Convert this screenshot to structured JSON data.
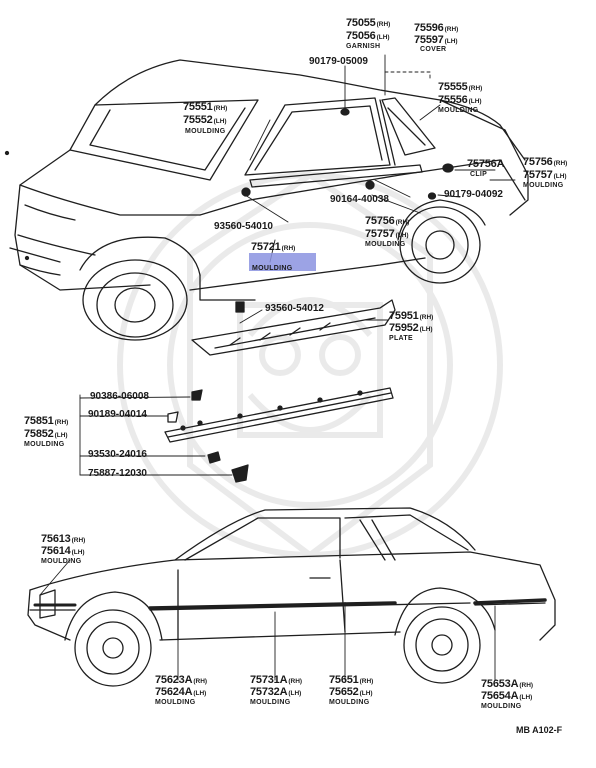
{
  "figure_code": "MB A102-F",
  "labels": {
    "garnish_rh": {
      "num": "75055",
      "side": "(RH)"
    },
    "garnish_lh": {
      "num": "75056",
      "side": "(LH)"
    },
    "garnish_word": "GARNISH",
    "cover_rh": {
      "num": "75596",
      "side": "(RH)"
    },
    "cover_lh": {
      "num": "75597",
      "side": "(LH)"
    },
    "cover_word": "COVER",
    "clip_90179_05009": "90179-05009",
    "roof_mould_rh": {
      "num": "75551",
      "side": "(RH)"
    },
    "roof_mould_lh": {
      "num": "75552",
      "side": "(LH)"
    },
    "roof_mould_word": "MOULDING",
    "win_mould_rh": {
      "num": "75555",
      "side": "(RH)"
    },
    "win_mould_lh": {
      "num": "75556",
      "side": "(LH)"
    },
    "win_mould_word": "MOULDING",
    "clip_75756a": "75756A",
    "clip_word": "CLIP",
    "rear_mould_rh": {
      "num": "75756",
      "side": "(RH)"
    },
    "rear_mould_lh": {
      "num": "75757",
      "side": "(LH)"
    },
    "rear_mould_word": "MOULDING",
    "clip_90164_40038": "90164-40038",
    "clip_90179_04092": "90179-04092",
    "screw_93560_54010": "93560-54010",
    "lower_mould_rh": {
      "num": "75756",
      "side": "(RH)"
    },
    "lower_mould_lh": {
      "num": "75757",
      "side": "(LH)"
    },
    "lower_mould_word": "MOULDING",
    "rocker_rh": {
      "num": "75721",
      "side": "(RH)"
    },
    "rocker_word": "MOULDING",
    "screw_93560_54012": "93560-54012",
    "plate_rh": {
      "num": "75951",
      "side": "(RH)"
    },
    "plate_lh": {
      "num": "75952",
      "side": "(LH)"
    },
    "plate_word": "PLATE",
    "nut_90386_06008": "90386-06008",
    "clip_90189_04014": "90189-04014",
    "side_mould_rh": {
      "num": "75851",
      "side": "(RH)"
    },
    "side_mould_lh": {
      "num": "75852",
      "side": "(LH)"
    },
    "side_mould_word": "MOULDING",
    "screw_93530_24016": "93530-24016",
    "clip_75887_12030": "75887-12030",
    "front_mould_rh": {
      "num": "75613",
      "side": "(RH)"
    },
    "front_mould_lh": {
      "num": "75614",
      "side": "(LH)"
    },
    "front_mould_word": "MOULDING",
    "fender_mould_rh": {
      "num": "75623A",
      "side": "(RH)"
    },
    "fender_mould_lh": {
      "num": "75624A",
      "side": "(LH)"
    },
    "fender_mould_word": "MOULDING",
    "door_mould_rh": {
      "num": "75731A",
      "side": "(RH)"
    },
    "door_mould_lh": {
      "num": "75732A",
      "side": "(LH)"
    },
    "door_mould_word": "MOULDING",
    "qtr_mould_rh": {
      "num": "75651",
      "side": "(RH)"
    },
    "qtr_mould_lh": {
      "num": "75652",
      "side": "(LH)"
    },
    "qtr_mould_word": "MOULDING",
    "rear_qtr_mould_rh": {
      "num": "75653A",
      "side": "(RH)"
    },
    "rear_qtr_mould_lh": {
      "num": "75654A",
      "side": "(LH)"
    },
    "rear_qtr_mould_word": "MOULDING"
  },
  "colors": {
    "line": "#1f1f1f",
    "highlight": "#8b93e0"
  }
}
